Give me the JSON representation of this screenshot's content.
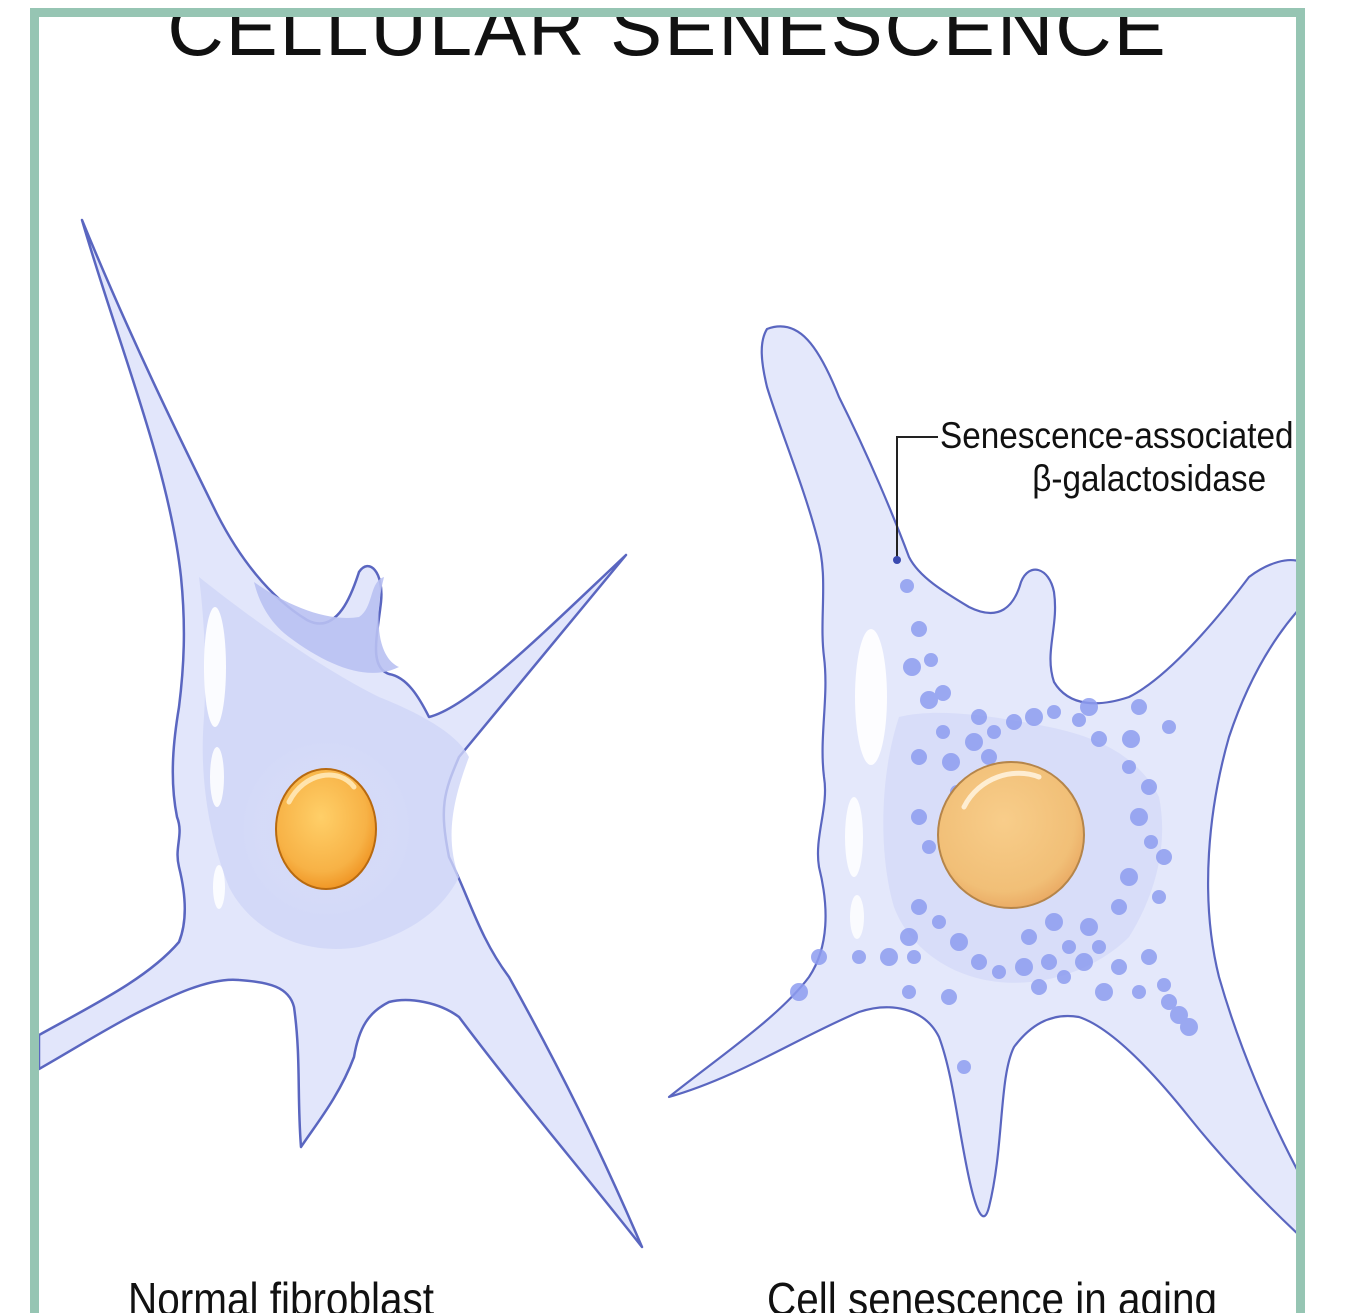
{
  "title": "CELLULAR SENESCENCE",
  "labels": {
    "callout_line1": "Senescence-associated",
    "callout_line2": "β-galactosidase",
    "left_caption": "Normal fibroblast",
    "right_caption": "Cell senescence in aging"
  },
  "colors": {
    "frame": "#96c5b3",
    "cell_fill": "#e2e6fb",
    "cell_outline": "#5a66c0",
    "nucleus_fill": "#f7b246",
    "granule": "#8e9df0"
  }
}
